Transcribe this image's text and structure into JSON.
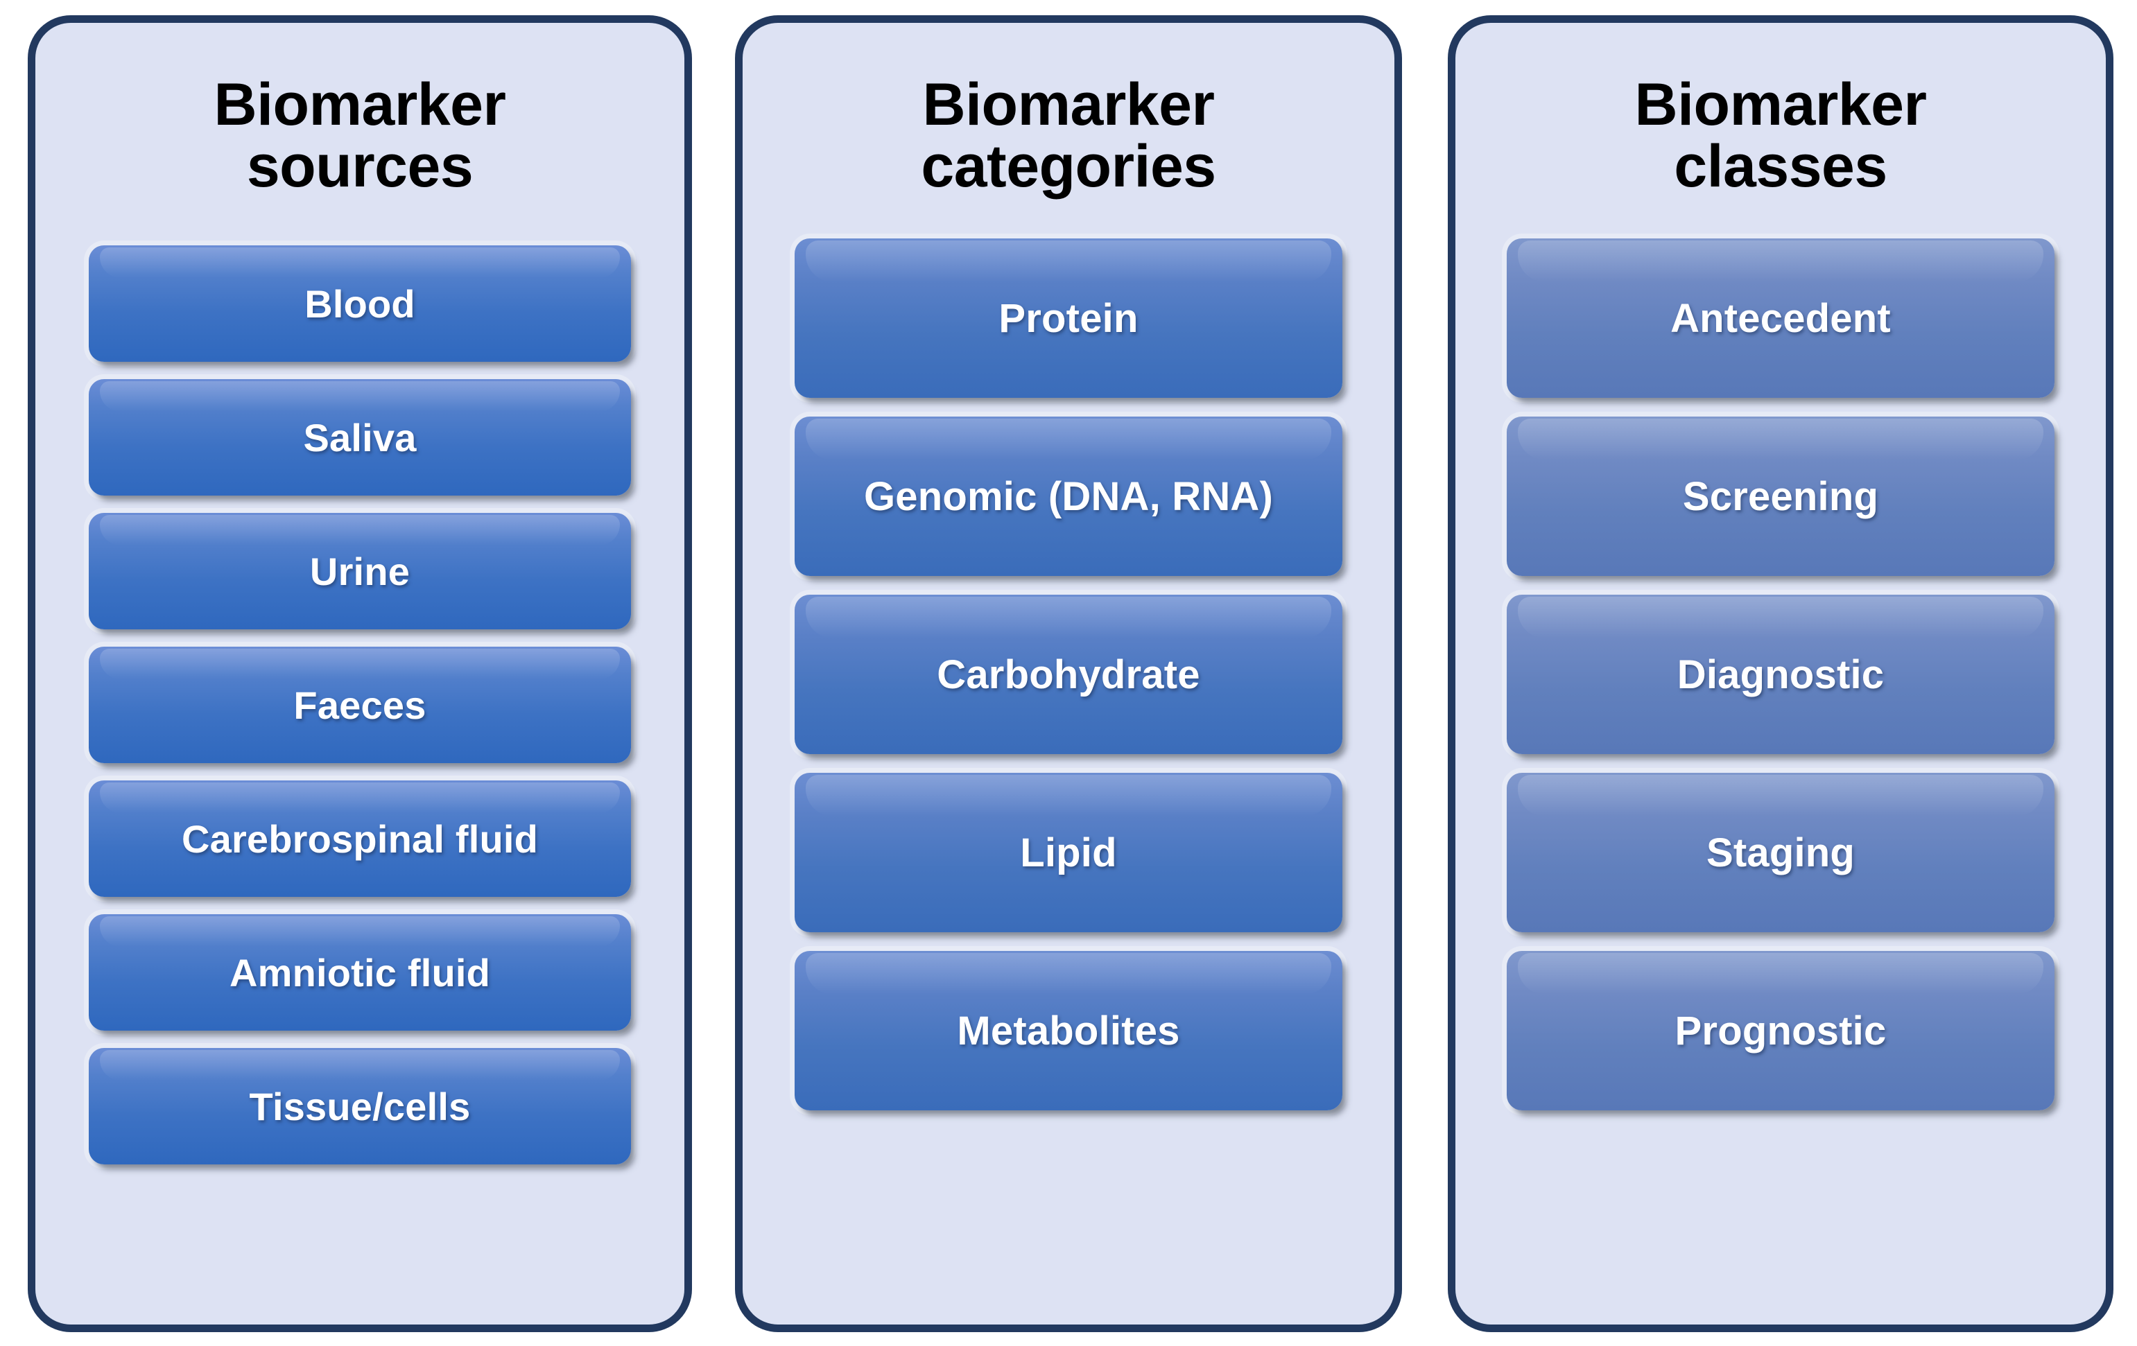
{
  "figure": {
    "kind": "three-column-category-diagram",
    "page_background": "#ffffff",
    "panel_background": "#dde2f3",
    "panel_border_color": "#22395f",
    "pill_text_color": "#ffffff",
    "title_color": "#000000"
  },
  "columns": [
    {
      "id": "biomarker-sources",
      "title": "Biomarker\nsources",
      "title_line1": "Biomarker",
      "title_line2": "sources",
      "accent": "#2f68be",
      "items": [
        {
          "label": "Blood"
        },
        {
          "label": "Saliva"
        },
        {
          "label": "Urine"
        },
        {
          "label": "Faeces"
        },
        {
          "label": "Carebrospinal fluid"
        },
        {
          "label": "Amniotic fluid"
        },
        {
          "label": "Tissue/cells"
        }
      ]
    },
    {
      "id": "biomarker-categories",
      "title": "Biomarker\ncategories",
      "title_line1": "Biomarker",
      "title_line2": "categories",
      "accent": "#3a6cba",
      "items": [
        {
          "label": "Protein"
        },
        {
          "label": "Genomic (DNA, RNA)"
        },
        {
          "label": "Carbohydrate"
        },
        {
          "label": "Lipid"
        },
        {
          "label": "Metabolites"
        }
      ]
    },
    {
      "id": "biomarker-classes",
      "title": "Biomarker\nclasses",
      "title_line1": "Biomarker",
      "title_line2": "classes",
      "accent": "#5878b8",
      "items": [
        {
          "label": "Antecedent"
        },
        {
          "label": "Screening"
        },
        {
          "label": "Diagnostic"
        },
        {
          "label": "Staging"
        },
        {
          "label": "Prognostic"
        }
      ]
    }
  ]
}
